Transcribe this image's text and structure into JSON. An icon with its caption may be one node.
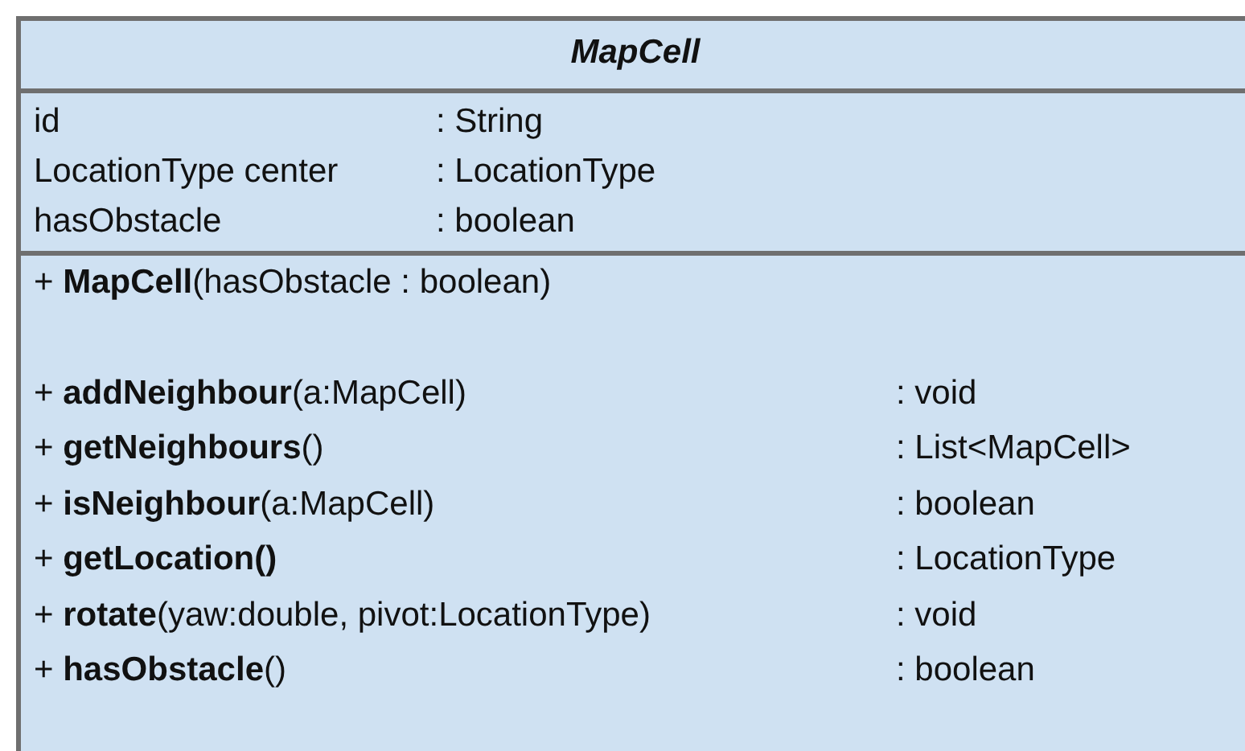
{
  "diagram": {
    "nodes": [
      {
        "text": [
          "MapCell"
        ]
      },
      {
        "text": [
          "id",
          ": String",
          "LocationType center",
          ": LocationType",
          "hasObstacle",
          ": boolean"
        ],
        "in": 0
      },
      {
        "text": [
          "+ **MapCell**(hasObstacle : boolean)",
          "+ **addNeighbour**(a:MapCell)",
          ": void",
          "+ **getNeighbours**()",
          ": List<MapCell>",
          "+ **isNeighbour**(a:MapCell)",
          ": boolean",
          "+ **getLocation()**",
          ": LocationType",
          "+ **rotate**(yaw:double, pivot:LocationType)",
          ": void",
          "+ **hasObstacle**()",
          ": boolean"
        ],
        "in": 0
      }
    ]
  }
}
